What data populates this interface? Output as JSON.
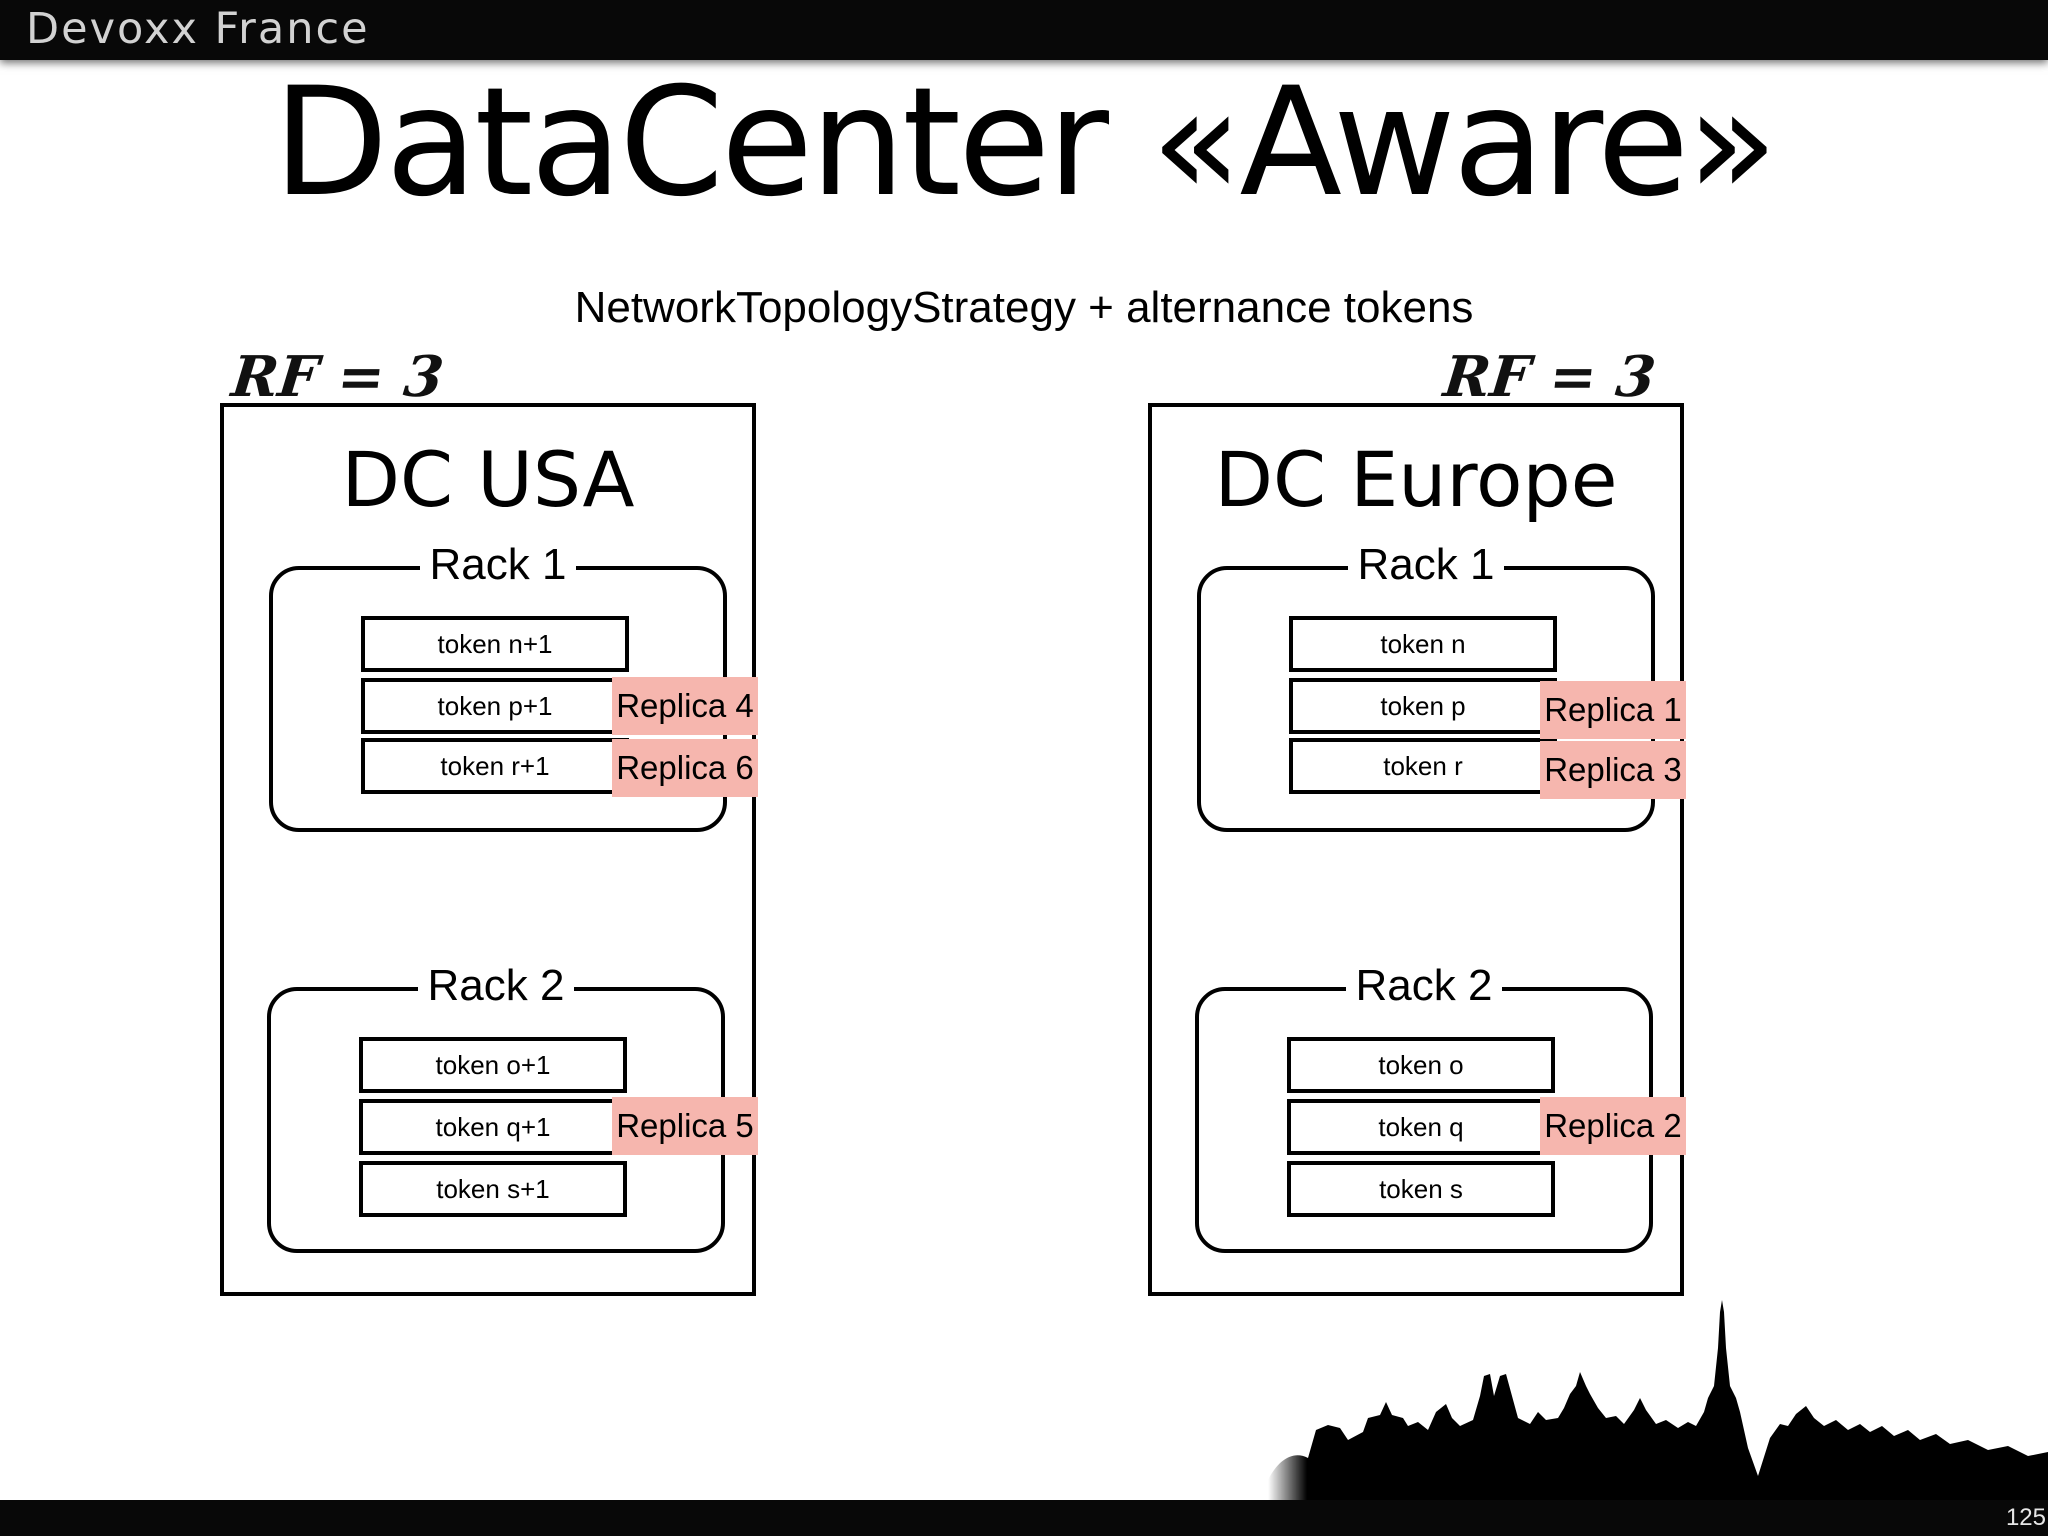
{
  "header": {
    "brand": "Devoxx France"
  },
  "slide": {
    "title": "DataCenter «Aware»",
    "subtitle": "NetworkTopologyStrategy + alternance tokens",
    "page_number": "125"
  },
  "datacenters": [
    {
      "rf_label": "RF = 3",
      "name": "DC USA",
      "racks": [
        {
          "label": "Rack 1",
          "tokens": [
            "token n+1",
            "token p+1",
            "token r+1"
          ]
        },
        {
          "label": "Rack 2",
          "tokens": [
            "token o+1",
            "token q+1",
            "token s+1"
          ]
        }
      ],
      "replicas": [
        "Replica 4",
        "Replica 6",
        "Replica 5"
      ]
    },
    {
      "rf_label": "RF = 3",
      "name": "DC Europe",
      "racks": [
        {
          "label": "Rack 1",
          "tokens": [
            "token n",
            "token p",
            "token r"
          ]
        },
        {
          "label": "Rack 2",
          "tokens": [
            "token o",
            "token q",
            "token s"
          ]
        }
      ],
      "replicas": [
        "Replica 1",
        "Replica 3",
        "Replica 2"
      ]
    }
  ],
  "colors": {
    "replica_fill": "#f6b6ae",
    "bar": "#080808"
  }
}
